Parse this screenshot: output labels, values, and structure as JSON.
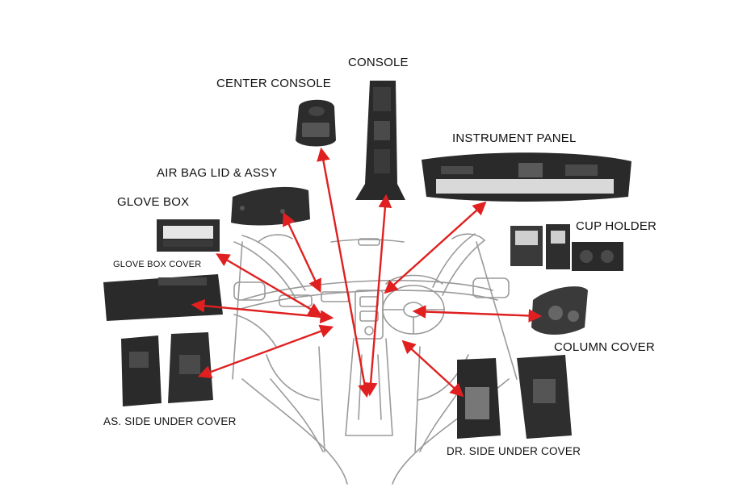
{
  "labels": {
    "console": "CONSOLE",
    "center_console": "CENTER CONSOLE",
    "instrument_panel": "INSTRUMENT PANEL",
    "air_bag_lid": "AIR BAG LID & ASSY",
    "glove_box": "GLOVE BOX",
    "glove_box_cover": "GLOVE BOX COVER",
    "cup_holder": "CUP HOLDER",
    "column_cover": "COLUMN COVER",
    "as_side_under_cover": "AS. SIDE UNDER COVER",
    "dr_side_under_cover": "DR. SIDE UNDER COVER"
  },
  "colors": {
    "arrow": "#e02020",
    "part_dark": "#2a2a2a",
    "part_mid": "#4a4a4a",
    "outline": "#9a9a9a"
  }
}
